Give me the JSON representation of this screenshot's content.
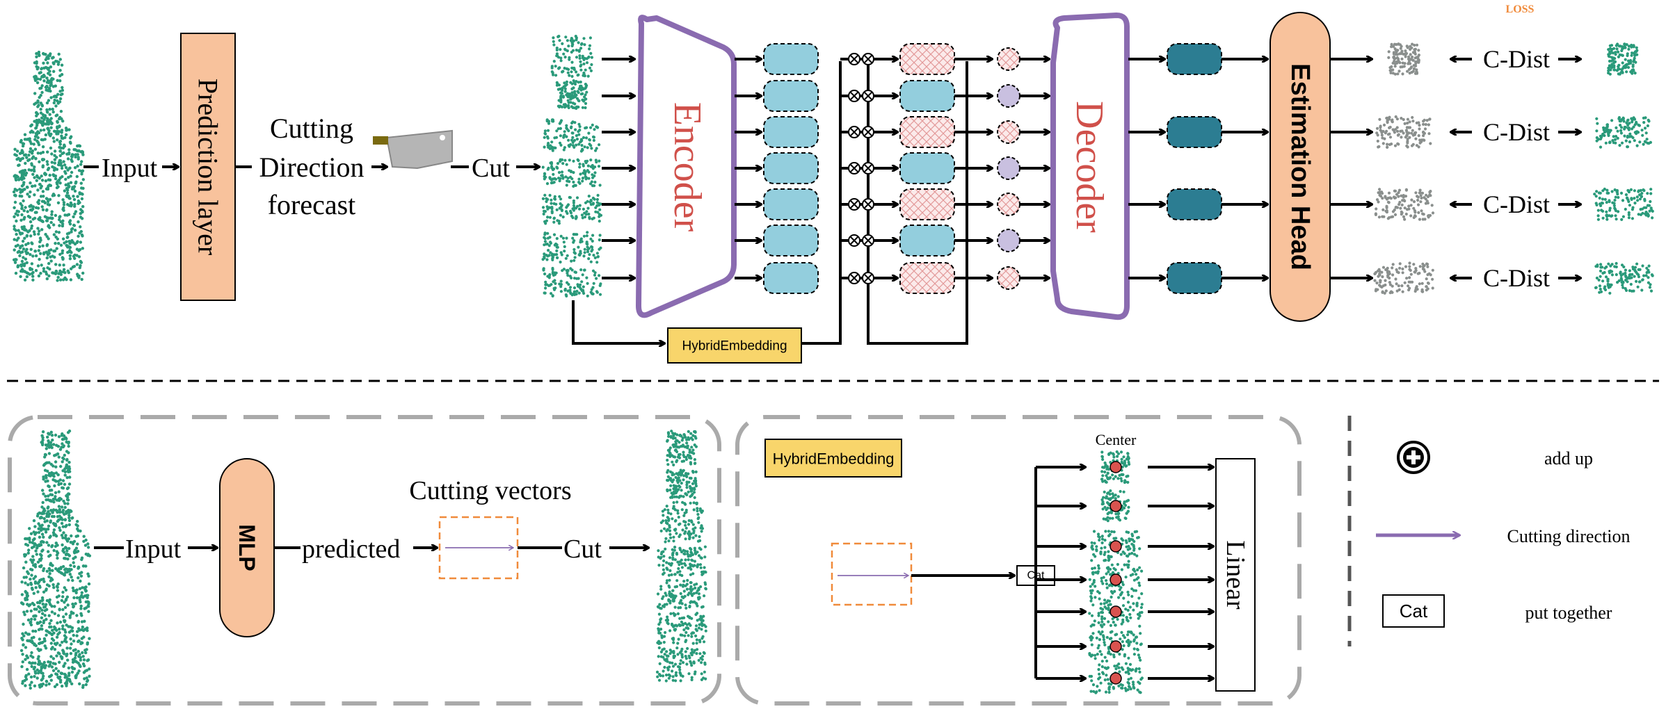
{
  "colors": {
    "cloud": "#2a9a7a",
    "cloud_dark": "#1f7a5f",
    "cloud_gray": "#8a8f8d",
    "orange_box": "#f8c29c",
    "yellow_box": "#f8d56b",
    "purple": "#8a6bb0",
    "red_text": "#d0504a",
    "light_blue": "#93cedd",
    "dark_teal": "#2c7d92",
    "lavender": "#c9c0e0",
    "pink_hatch": "#e7a3a3",
    "dash_orange": "#f08a3a",
    "dot_red": "#d9534f",
    "gray_dash": "#aaaaaa"
  },
  "top": {
    "input_label": "Input",
    "prediction_layer": "Prediction layer",
    "cutting_direction": [
      "Cutting",
      "Direction",
      "forecast"
    ],
    "cut_label": "Cut",
    "encoder": "Encoder",
    "decoder": "Decoder",
    "hybrid_embedding": "HybridEmbedding",
    "estimation_head": "Estimation Head",
    "loss_label": "LOSS",
    "cdist_label": "C-Dist",
    "cdist_rows": 4
  },
  "bottom_left": {
    "input_label": "Input",
    "mlp": "MLP",
    "predicted": "predicted",
    "cutting_vectors": "Cutting vectors",
    "cut_label": "Cut"
  },
  "bottom_mid": {
    "hybrid_embedding": "HybridEmbedding",
    "center_label": "Center",
    "cat_label": "Cat",
    "linear": "Linear"
  },
  "legend": {
    "add_up_icon": "plus-circle-icon",
    "add_up": "add up",
    "cutting_direction_icon": "purple-arrow-icon",
    "cutting_direction": "Cutting direction",
    "cat_box": "Cat",
    "put_together": "put together"
  }
}
